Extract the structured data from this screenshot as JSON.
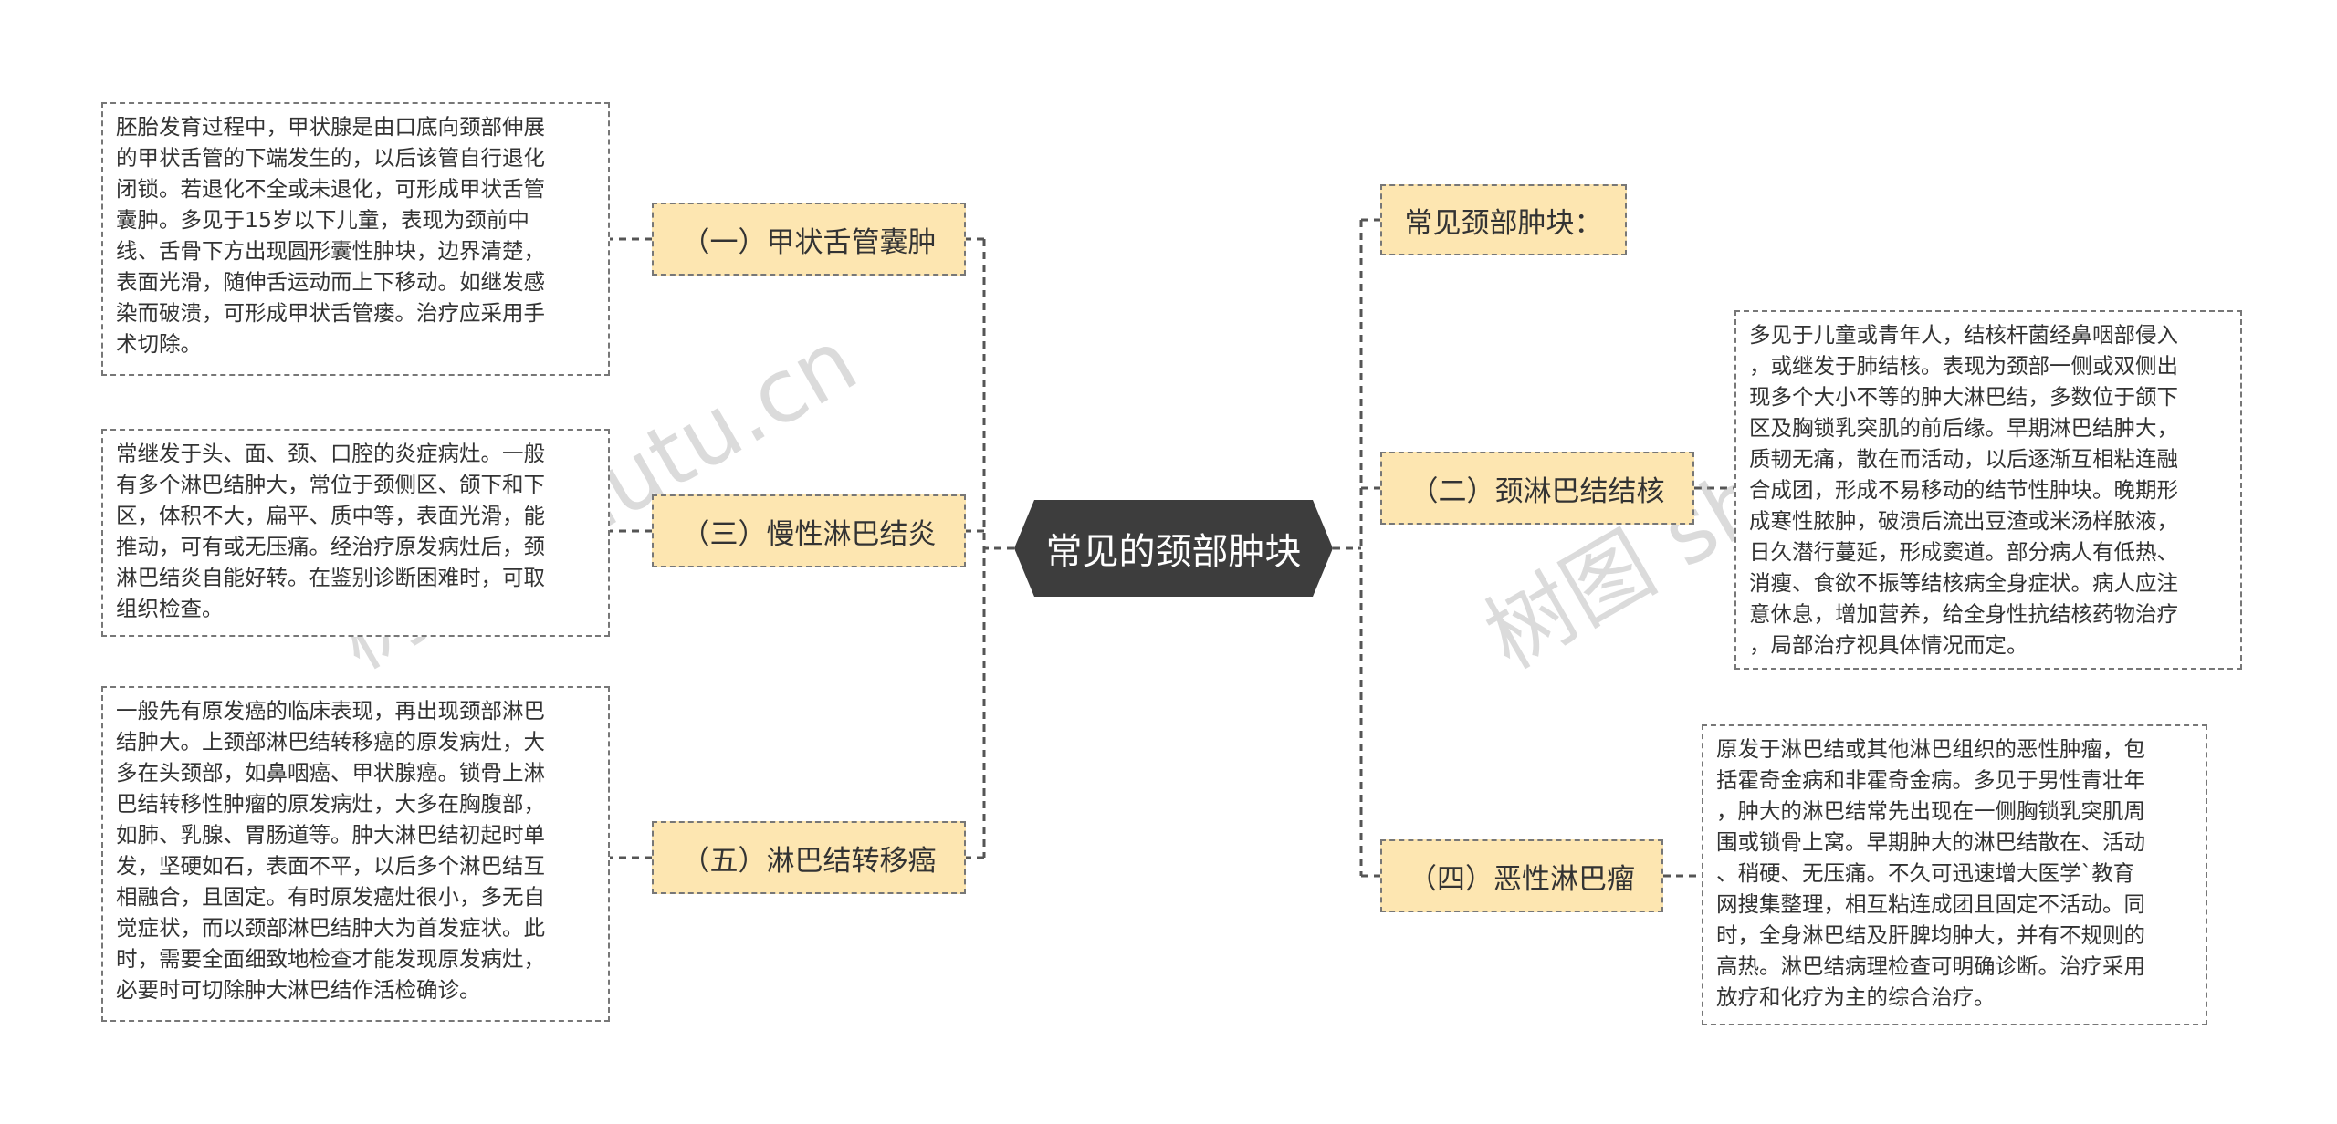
{
  "center": {
    "title": "常见的颈部肿块"
  },
  "left_branches": [
    {
      "label": "（一）甲状舌管囊肿",
      "detail": "胚胎发育过程中，甲状腺是由口底向颈部伸展\n的甲状舌管的下端发生的，以后该管自行退化\n闭锁。若退化不全或未退化，可形成甲状舌管\n囊肿。多见于15岁以下儿童，表现为颈前中\n线、舌骨下方出现圆形囊性肿块，边界清楚，\n表面光滑，随伸舌运动而上下移动。如继发感\n染而破溃，可形成甲状舌管瘘。治疗应采用手\n术切除。"
    },
    {
      "label": "（三）慢性淋巴结炎",
      "detail": "常继发于头、面、颈、口腔的炎症病灶。一般\n有多个淋巴结肿大，常位于颈侧区、颌下和下\n区，体积不大，扁平、质中等，表面光滑，能\n推动，可有或无压痛。经治疗原发病灶后，颈\n淋巴结炎自能好转。在鉴别诊断困难时，可取\n组织检查。"
    },
    {
      "label": "（五）淋巴结转移癌",
      "detail": "一般先有原发癌的临床表现，再出现颈部淋巴\n结肿大。上颈部淋巴结转移癌的原发病灶，大\n多在头颈部，如鼻咽癌、甲状腺癌。锁骨上淋\n巴结转移性肿瘤的原发病灶，大多在胸腹部，\n如肺、乳腺、胃肠道等。肿大淋巴结初起时单\n发，坚硬如石，表面不平，以后多个淋巴结互\n相融合，且固定。有时原发癌灶很小，多无自\n觉症状，而以颈部淋巴结肿大为首发症状。此\n时，需要全面细致地检查才能发现原发病灶，\n必要时可切除肿大淋巴结作活检确诊。"
    }
  ],
  "right_branches": [
    {
      "label": "常见颈部肿块：",
      "detail": ""
    },
    {
      "label": "（二）颈淋巴结结核",
      "detail": "多见于儿童或青年人，结核杆菌经鼻咽部侵入\n，或继发于肺结核。表现为颈部一侧或双侧出\n现多个大小不等的肿大淋巴结，多数位于颌下\n区及胸锁乳突肌的前后缘。早期淋巴结肿大，\n质韧无痛，散在而活动，以后逐渐互相粘连融\n合成团，形成不易移动的结节性肿块。晚期形\n成寒性脓肿，破溃后流出豆渣或米汤样脓液，\n日久潜行蔓延，形成窦道。部分病人有低热、\n消瘦、食欲不振等结核病全身症状。病人应注\n意休息，增加营养，给全身性抗结核药物治疗\n，局部治疗视具体情况而定。"
    },
    {
      "label": "（四）恶性淋巴瘤",
      "detail": "原发于淋巴结或其他淋巴组织的恶性肿瘤，包\n括霍奇金病和非霍奇金病。多见于男性青壮年\n，肿大的淋巴结常先出现在一侧胸锁乳突肌周\n围或锁骨上窝。早期肿大的淋巴结散在、活动\n、稍硬、无压痛。不久可迅速增大医学`教育\n网搜集整理，相互粘连成团且固定不活动。同\n时，全身淋巴结及肝脾均肿大，并有不规则的\n高热。淋巴结病理检查可明确诊断。治疗采用\n放疗和化疗为主的综合治疗。"
    }
  ],
  "watermarks": [
    "树图 shutu.cn",
    "树图 shutu.cn"
  ],
  "colors": {
    "center_fill": "#3d3d3d",
    "branch_fill": "#fde6b1",
    "line": "#555555"
  }
}
